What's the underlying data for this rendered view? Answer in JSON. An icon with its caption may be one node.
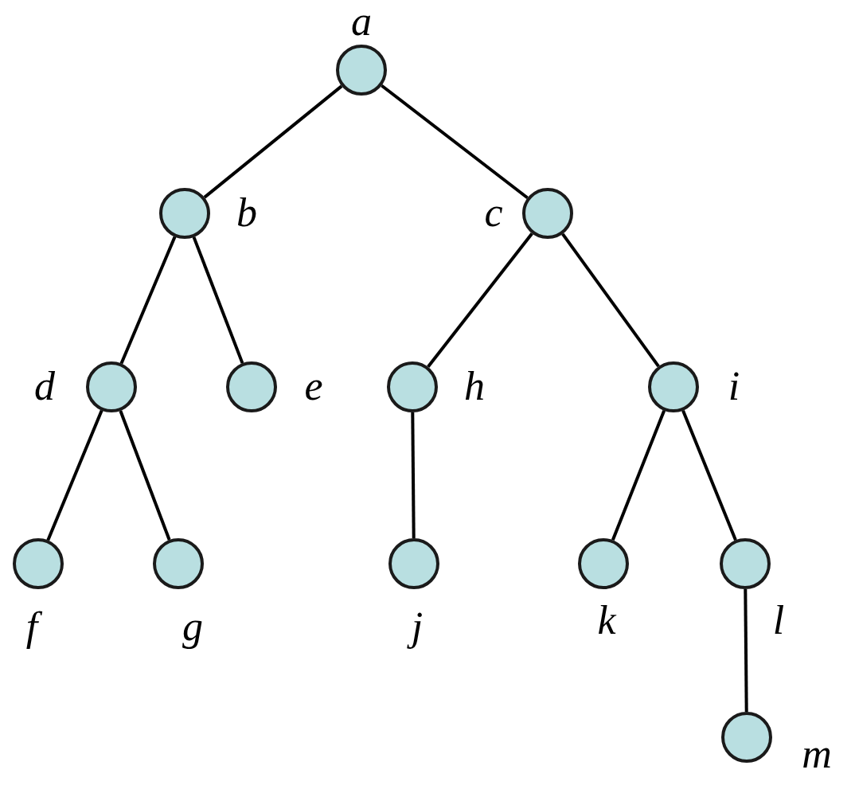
{
  "diagram": {
    "nodes": [
      {
        "text": [
          "a"
        ]
      },
      {
        "text": [
          "b"
        ]
      },
      {
        "text": [
          "c"
        ]
      },
      {
        "text": [
          "d"
        ]
      },
      {
        "text": [
          "e"
        ]
      },
      {
        "text": [
          "h"
        ]
      },
      {
        "text": [
          "i"
        ]
      },
      {
        "text": [
          "f"
        ]
      },
      {
        "text": [
          "g"
        ]
      },
      {
        "text": [
          "j"
        ]
      },
      {
        "text": [
          "k"
        ]
      },
      {
        "text": [
          "l"
        ]
      },
      {
        "text": [
          "m"
        ]
      }
    ],
    "edges": [
      {
        "from": 0,
        "to": 1,
        "arrow": "none"
      },
      {
        "from": 0,
        "to": 2,
        "arrow": "none"
      },
      {
        "from": 1,
        "to": 3,
        "arrow": "none"
      },
      {
        "from": 1,
        "to": 4,
        "arrow": "none"
      },
      {
        "from": 2,
        "to": 5,
        "arrow": "none"
      },
      {
        "from": 2,
        "to": 6,
        "arrow": "none"
      },
      {
        "from": 3,
        "to": 7,
        "arrow": "none"
      },
      {
        "from": 3,
        "to": 8,
        "arrow": "none"
      },
      {
        "from": 5,
        "to": 9,
        "arrow": "none"
      },
      {
        "from": 6,
        "to": 10,
        "arrow": "none"
      },
      {
        "from": 6,
        "to": 11,
        "arrow": "none"
      },
      {
        "from": 11,
        "to": 12,
        "arrow": "none"
      }
    ]
  }
}
